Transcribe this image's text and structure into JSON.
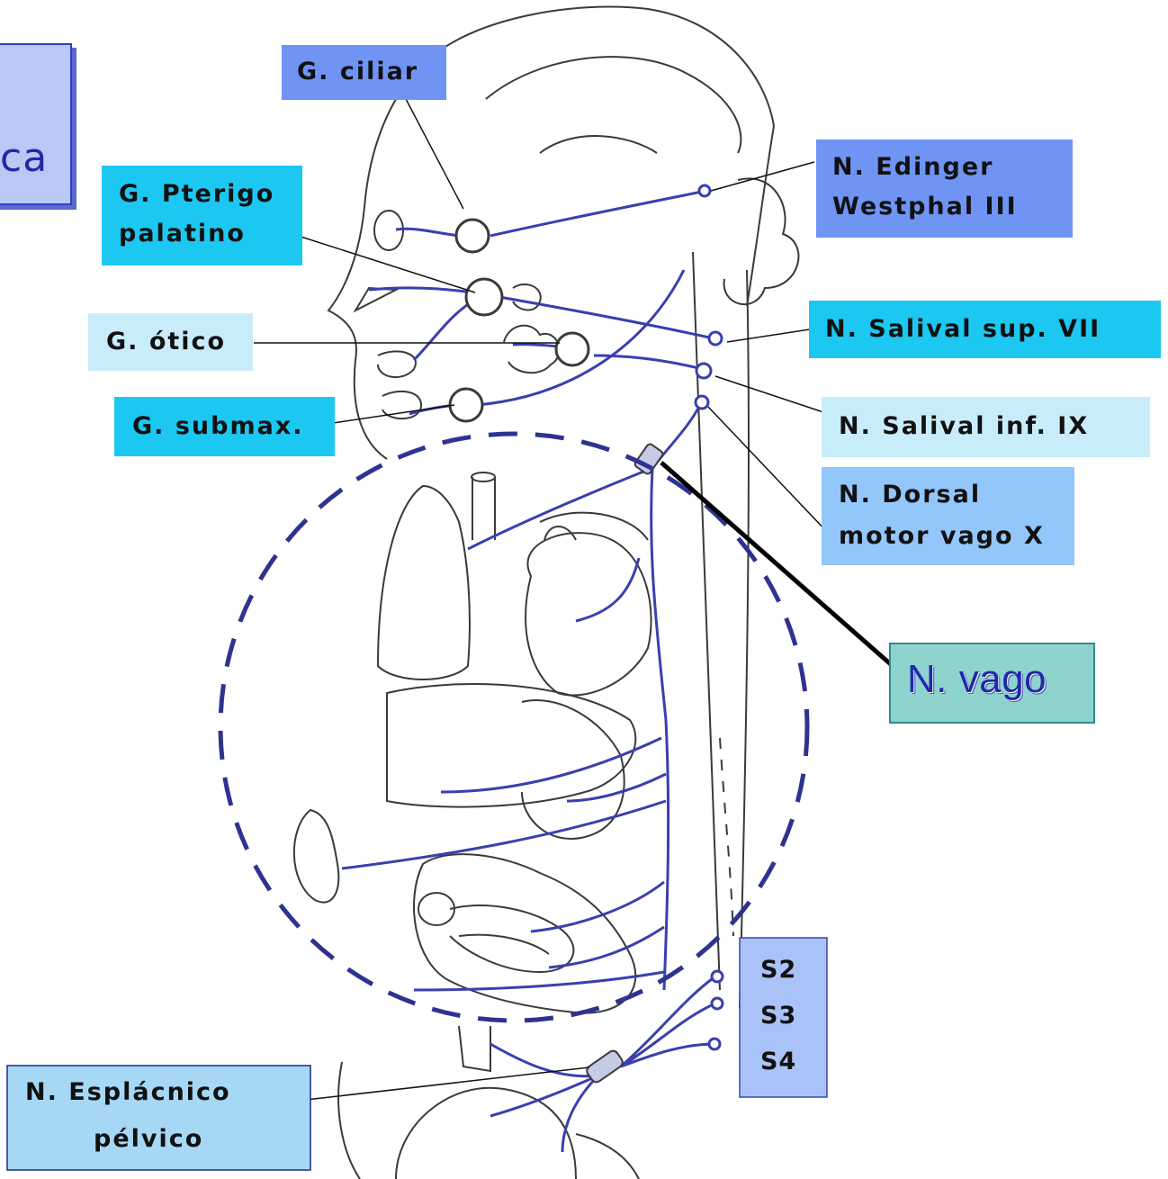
{
  "title_fragment": "ca",
  "labels": {
    "ciliar": "G. ciliar",
    "pterigo_line1": "G. Pterigo",
    "pterigo_line2": "palatino",
    "otico": "G. ótico",
    "submax": "G. submax.",
    "edinger_line1": "N. Edinger",
    "edinger_line2": "Westphal III",
    "salival_sup": "N. Salival sup. VII",
    "salival_inf": "N. Salival inf. IX",
    "dorsal_line1": "N. Dorsal",
    "dorsal_line2": "motor vago X",
    "vago": "N. vago",
    "sacral_s2": "S2",
    "sacral_s3": "S3",
    "sacral_s4": "S4",
    "esplacnico_line1": "N. Esplácnico",
    "esplacnico_line2": "pélvico"
  },
  "colors": {
    "label_blue": "#6f94f4",
    "label_cyan": "#1cc8f2",
    "label_pale_cyan": "#c9ecfb",
    "label_light_blue": "#93c6fa",
    "label_sacral": "#a9c2f7",
    "label_esplacnico": "#a6d8f6",
    "nerve_blue": "#3a3fae",
    "outline": "#3a3a3a",
    "dashed_circle": "#2e3290",
    "title_text": "#2525a8"
  }
}
